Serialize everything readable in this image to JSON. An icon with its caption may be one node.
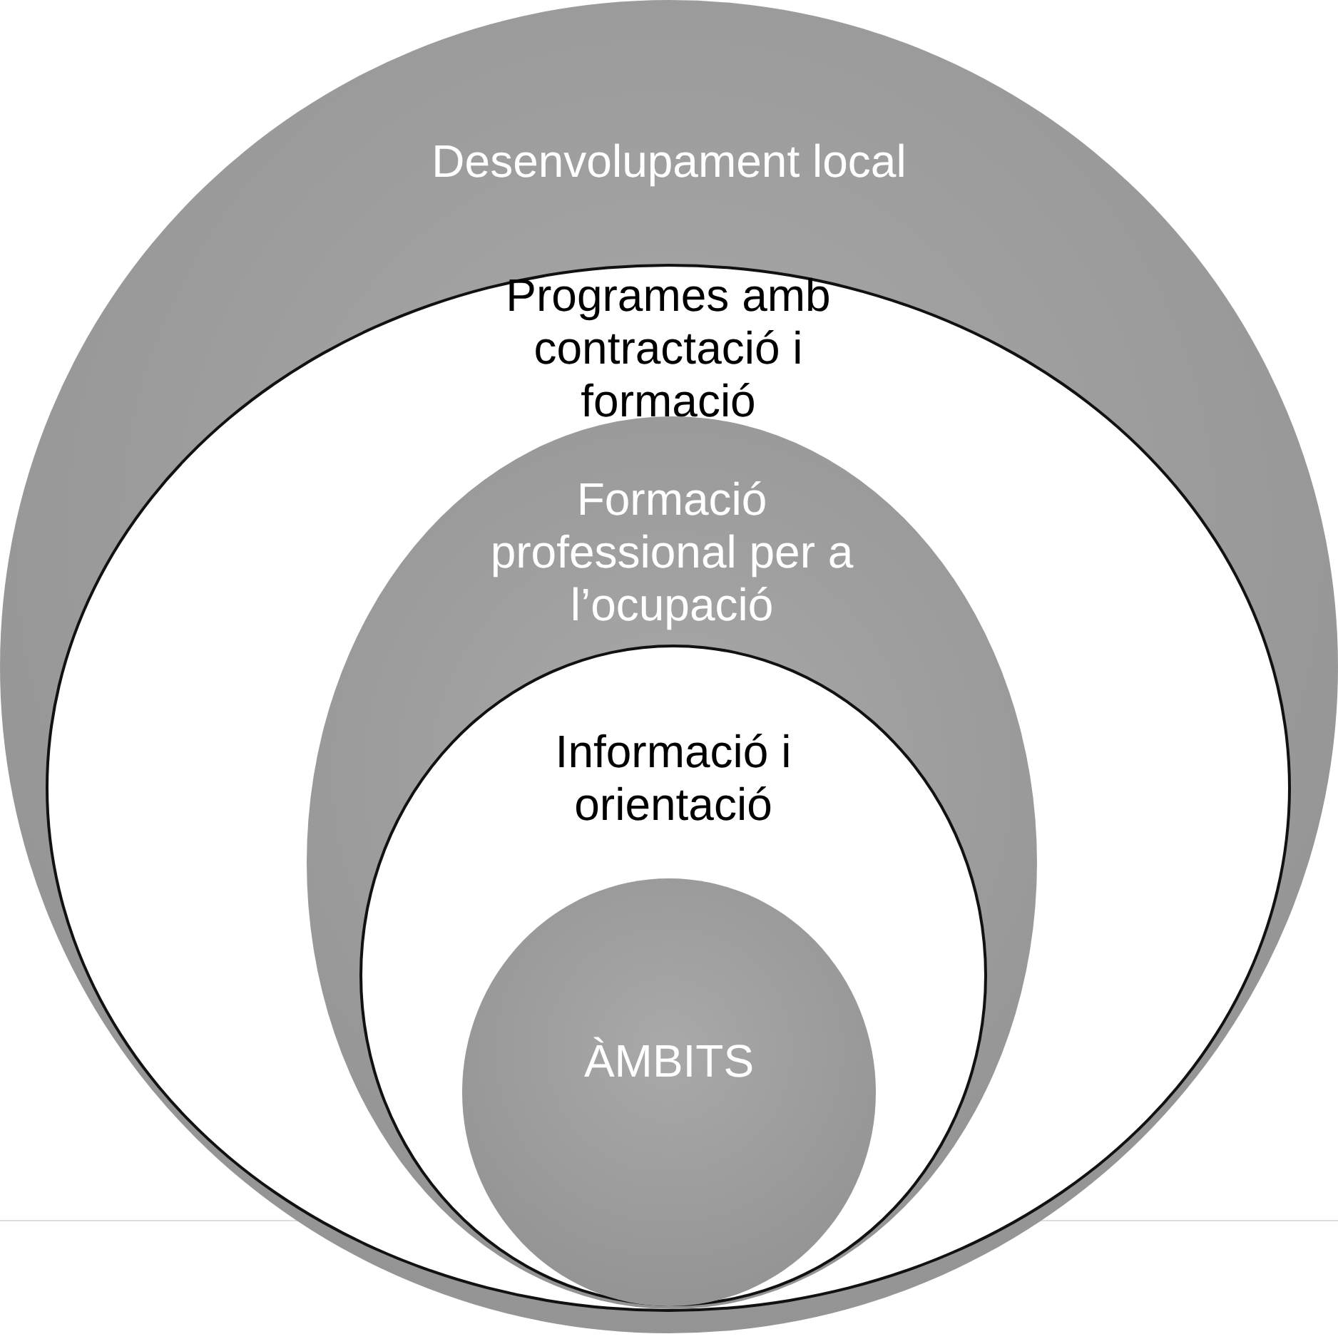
{
  "diagram": {
    "nodes": [
      {
        "text": [
          "Desenvolupament local"
        ]
      },
      {
        "text": [
          "Programes amb contractació i formació"
        ],
        "in": 0
      },
      {
        "text": [
          "Formació professional per a l’ocupació"
        ],
        "in": 1
      },
      {
        "text": [
          "Informació i orientació"
        ],
        "in": 2
      },
      {
        "text": [
          "ÀMBITS"
        ],
        "in": 3
      }
    ],
    "edges": []
  }
}
